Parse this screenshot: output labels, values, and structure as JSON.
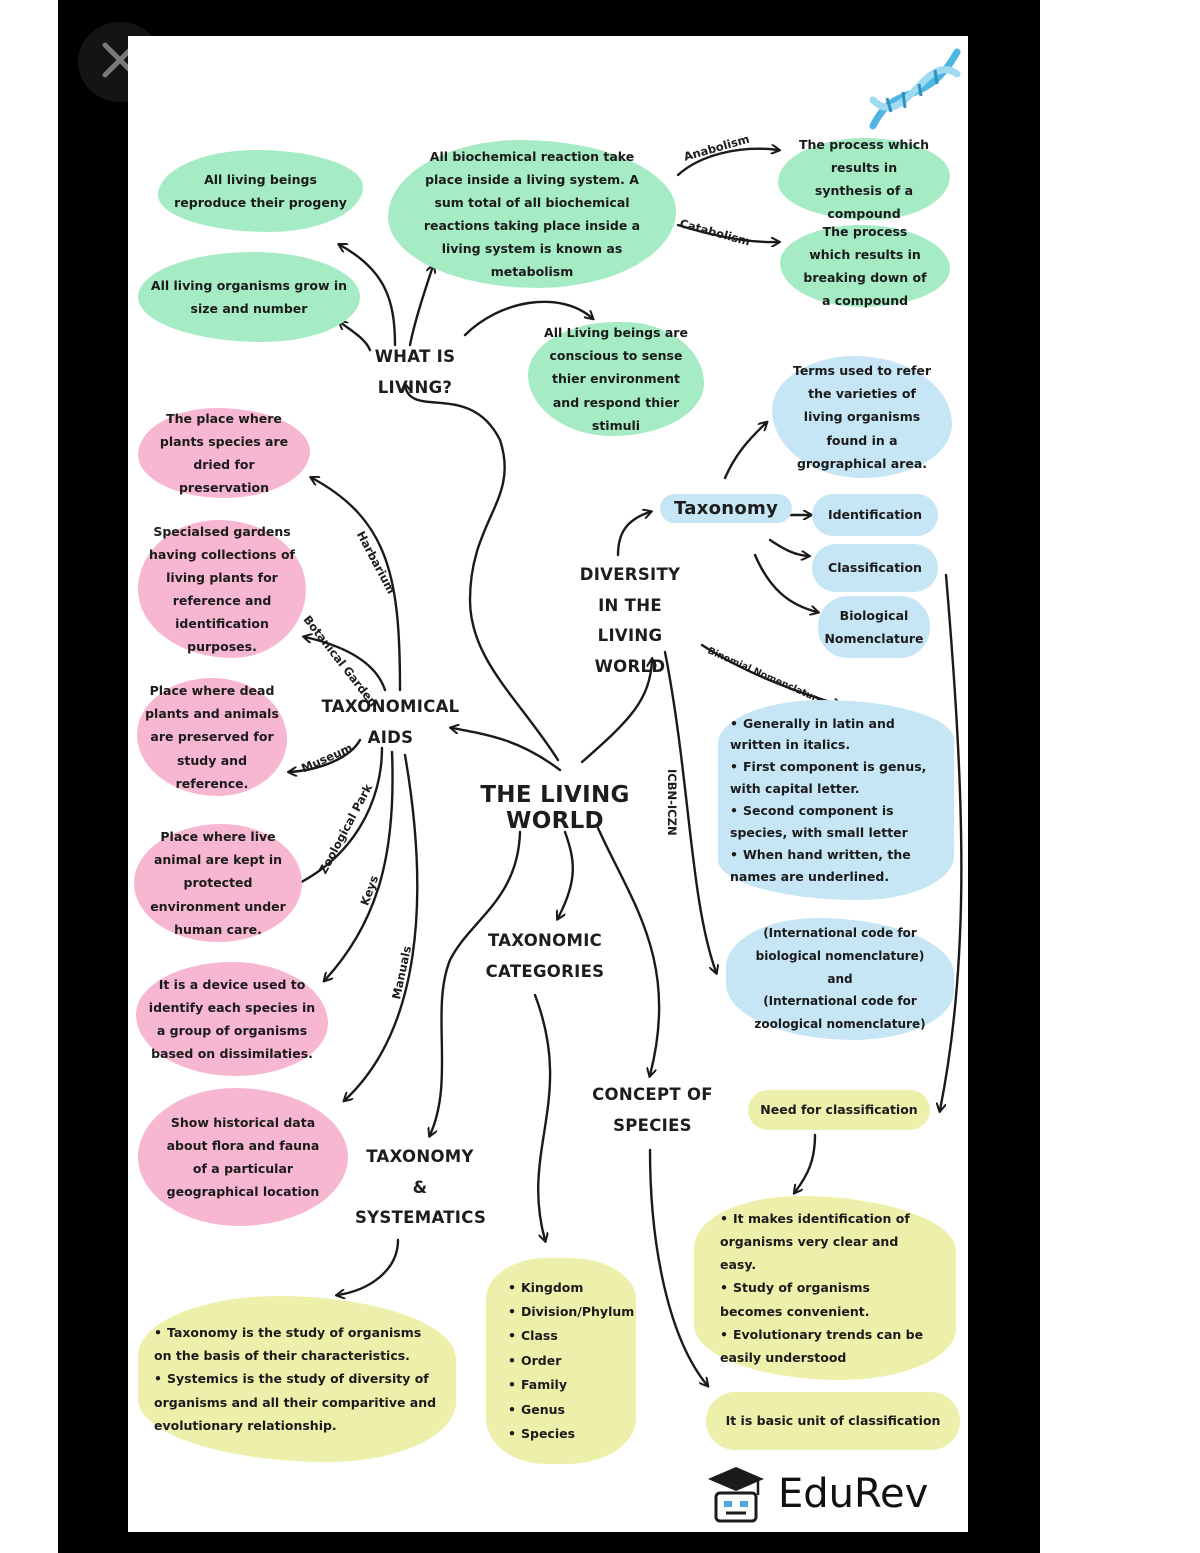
{
  "close_label": "Close",
  "central": "THE LIVING WORLD",
  "nodes": {
    "what_is_living": "WHAT IS LIVING?",
    "taxonomical_aids": [
      "TAXONOMICAL",
      "AIDS"
    ],
    "diversity": [
      "DIVERSITY",
      "IN THE",
      "LIVING WORLD"
    ],
    "taxonomic_categories": [
      "TAXONOMIC",
      "CATEGORIES"
    ],
    "concept_of_species": [
      "CONCEPT OF",
      "SPECIES"
    ],
    "taxonomy_systematics": [
      "TAXONOMY",
      "&",
      "SYSTEMATICS"
    ],
    "taxonomy": "Taxonomy"
  },
  "what_is_living": {
    "reproduce": "All living beings reproduce their progeny",
    "grow": "All living organisms grow in size and number",
    "metabolism": "All biochemical reaction take place inside a living system. A sum total of all biochemical reactions taking place inside a living system is known as metabolism",
    "conscious": "All Living beings are conscious to sense thier environment and respond thier stimuli",
    "anabolism_label": "Anabolism",
    "anabolism_text": "The process which results in synthesis of a compound",
    "catabolism_label": "Catabolism",
    "catabolism_text": "The process which results in breaking down of a compound"
  },
  "aids": {
    "herbarium_label": "Harbarium",
    "herbarium_text": "The place where plants species are dried for preservation",
    "botanical_label": "Botanical Garden",
    "botanical_text": "Specialsed gardens having collections of living plants for reference and identification purposes.",
    "museum_label": "Museum",
    "museum_text": "Place where dead plants and animals are preserved for study and reference.",
    "zoo_label": "Zoological Park",
    "zoo_text": "Place where live animal are kept in protected environment under human care.",
    "keys_label": "Keys",
    "keys_text": "It is a device used to identify each species in a group of organisms based on dissimilaties.",
    "manuals_label": "Manuals",
    "manuals_text": "Show historical data about flora and fauna of a particular geographical location"
  },
  "diversity": {
    "biodiversity_text": "Terms used to refer the varieties of living organisms found in a grographical area.",
    "identification": "Identification",
    "classification": "Classification",
    "nomenclature": "Biological Nomenclature",
    "binomial_label": "Binomial Nomenclature",
    "binomial_points": [
      "Generally in latin and written in italics.",
      "First component is genus, with capital letter.",
      "Second component is species, with small letter",
      "When hand written, the names are underlined."
    ],
    "icbn_label": "ICBN-ICZN",
    "icbn_lines": [
      "(International code for biological nomenclature)",
      "and",
      "(International code for zoological nomenclature)"
    ]
  },
  "classification_need": {
    "title": "Need for classification",
    "points": [
      "It makes identification of organisms very clear and easy.",
      "Study of organisms becomes convenient.",
      "Evolutionary trends can be easily understood"
    ]
  },
  "species": {
    "definition": "It is basic unit of classification"
  },
  "categories": [
    "Kingdom",
    "Division/Phylum",
    "Class",
    "Order",
    "Family",
    "Genus",
    "Species"
  ],
  "systematics": {
    "points": [
      "Taxonomy is the study of organisms on the basis of their characteristics.",
      "Systemics is the study of diversity of organisms and all their comparitive and evolutionary relationship."
    ]
  },
  "brand": "EduRev"
}
